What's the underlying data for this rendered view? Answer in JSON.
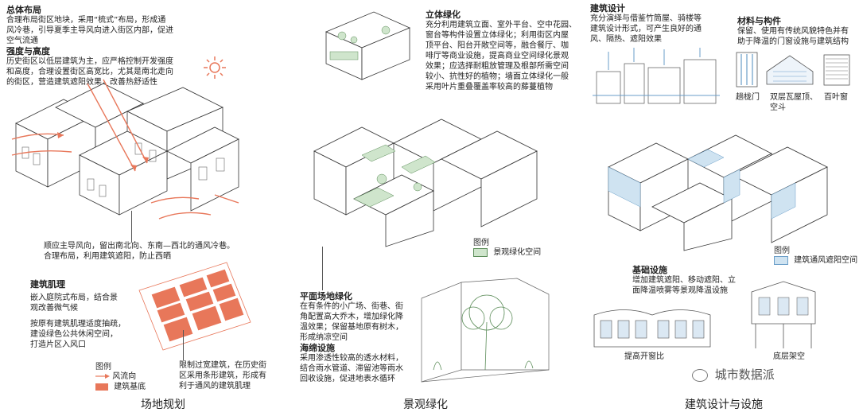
{
  "panel1": {
    "overall_layout": {
      "title": "总体布局",
      "lines": [
        "合理布局街区地块，采用“梳式”布局，形成通",
        "风冷巷，引导夏季主导风向进入街区内部，促进",
        "空气流通"
      ]
    },
    "strength_height": {
      "title": "强度与高度",
      "lines": [
        "历史街区以低层建筑为主，应严格控制开发强度",
        "和高度，合理设置街区高宽比，尤其是南北走向",
        "的街区，营造建筑遮阳效果，改善热舒适性"
      ]
    },
    "wind_note": [
      "顺应主导风向，留出南北向、东南—西北的通风冷巷。",
      "合理布局，利用建筑遮阳，防止西晒"
    ],
    "texture": {
      "title": "建筑肌理",
      "items": [
        [
          "嵌入庭院式布局，结合景",
          "观改善微气候"
        ],
        [
          "按原有建筑肌理适度抽疏，",
          "建设绿色公共休闲空间，",
          "打造片区入风口"
        ]
      ],
      "right_note": [
        "限制过宽建筑，在历史街",
        "区采用条形建筑，形成有",
        "利于通风的建筑肌理"
      ]
    },
    "legend": {
      "title": "图例",
      "items": [
        {
          "label": "风流向",
          "color": "#e8775a"
        },
        {
          "label": "建筑基底",
          "color": "#e8775a"
        }
      ]
    },
    "caption": "场地规划"
  },
  "panel2": {
    "vertical_green": {
      "title": "立体绿化",
      "lines": [
        "充分利用建筑立面、室外平台、空中花园、",
        "窗台等构件设置立体绿化；利用街区内屋",
        "顶平台、阳台开敞空间等，融合餐厅、咖",
        "啡厅等商业设施，提高商业空间绿化景观",
        "效果；应选择耐粗放管理及根部所需空间",
        "较小、抗性好的植物；墙面立体绿化一般",
        "采用叶片重叠覆盖率较高的藤蔓植物"
      ]
    },
    "legend": {
      "title": "图例",
      "items": [
        {
          "label": "景观绿化空间",
          "color": "#cfe5cc"
        }
      ]
    },
    "plane_green": {
      "title": "平面场地绿化",
      "lines": [
        "在有条件的小广场、街巷、街",
        "角配置高大乔木，增加绿化降",
        "温效果；保留基地原有树木，",
        "形成纳凉空间"
      ]
    },
    "sponge": {
      "title": "海绵设施",
      "lines": [
        "采用渗透性较高的透水材料，",
        "结合雨水管道、滞留池等雨水",
        "回收设施，促进地表水循环"
      ]
    },
    "caption": "景观绿化"
  },
  "panel3": {
    "arch_design": {
      "title": "建筑设计",
      "lines": [
        "充分演绎与借鉴竹筒屋、骑楼等",
        "建筑设计形式，可产生良好的通",
        "风、隔热、遮阳效果"
      ]
    },
    "materials": {
      "title": "材料与构件",
      "lines": [
        "保留、使用有传统风貌特色并有",
        "助于降温的门窗设施与建筑结构"
      ]
    },
    "components": [
      "趟栊门",
      "双层瓦屋顶、",
      "空斗",
      "百叶窗"
    ],
    "legend": {
      "title": "图例",
      "items": [
        {
          "label": "建筑通风遮阳空间",
          "color": "#cfe3f1"
        }
      ]
    },
    "infrastructure": {
      "title": "基础设施",
      "lines": [
        "增加建筑遮阳、移动遮阳、立",
        "面降温喷雾等景观降温设施"
      ]
    },
    "window_label": "提高开窗比",
    "stilts_label": "底层架空",
    "caption": "建筑设计与设施"
  },
  "watermark": "城市数据派",
  "colors": {
    "accent": "#e8775a",
    "green": "#cfe5cc",
    "blue": "#cfe3f1"
  }
}
